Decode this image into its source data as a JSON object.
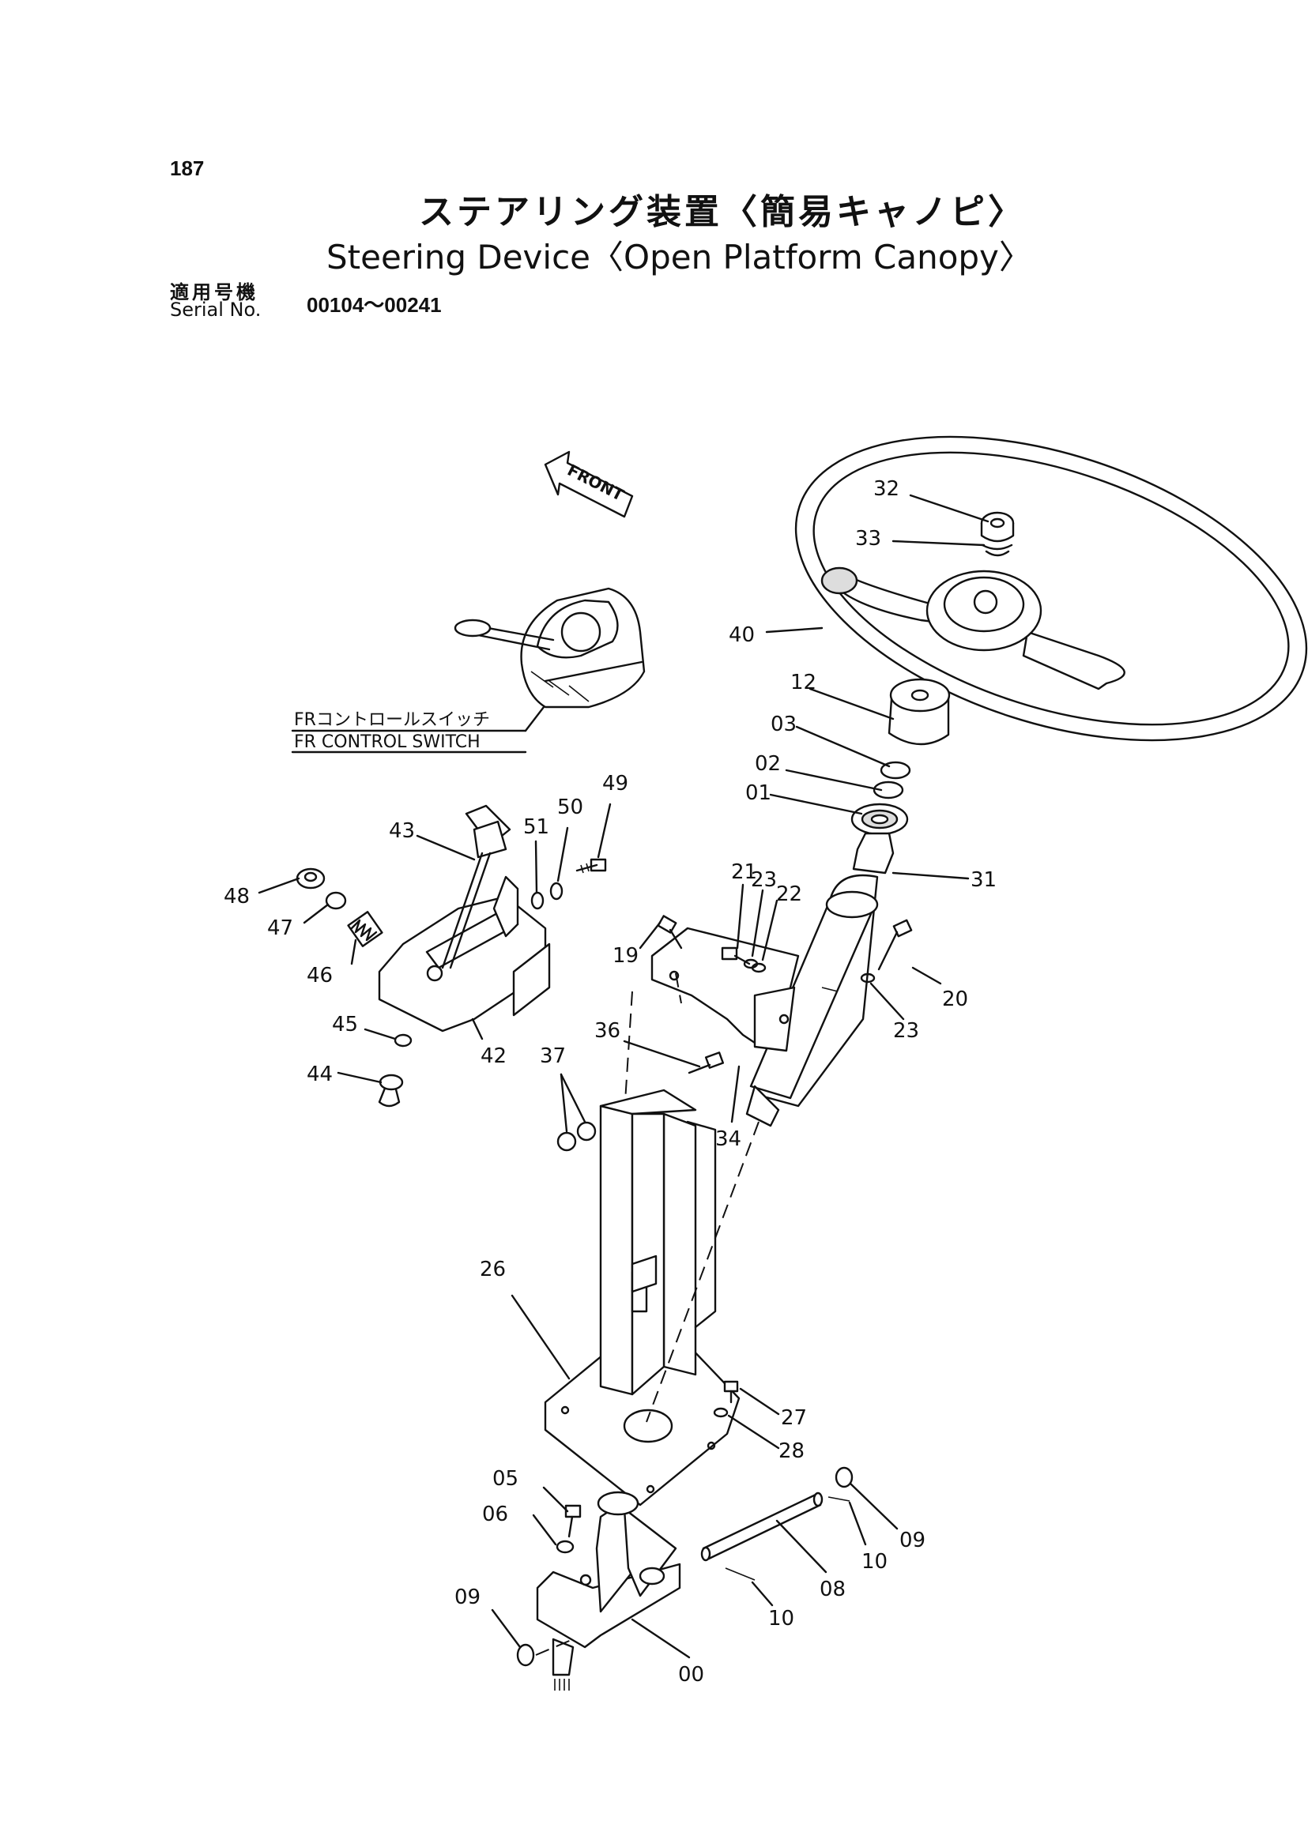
{
  "page_number": "187",
  "title_jp": "ステアリング装置〈簡易キャノピ〉",
  "title_en": "Steering Device〈Open Platform Canopy〉",
  "serial": {
    "label_jp": "適用号機",
    "label_en": "Serial No.",
    "range": "00104～00241"
  },
  "front_marker": "FRONT",
  "fr_switch": {
    "label_jp": "FRコントロールスイッチ",
    "label_en": "FR CONTROL SWITCH"
  },
  "callouts": {
    "c32": "32",
    "c33": "33",
    "c40": "40",
    "c12": "12",
    "c03": "03",
    "c02": "02",
    "c01": "01",
    "c31": "31",
    "c21": "21",
    "c23a": "23",
    "c22": "22",
    "c19": "19",
    "c20": "20",
    "c23b": "23",
    "c36": "36",
    "c34": "34",
    "c37": "37",
    "c49": "49",
    "c50": "50",
    "c51": "51",
    "c43": "43",
    "c48": "48",
    "c47": "47",
    "c46": "46",
    "c45": "45",
    "c42": "42",
    "c44": "44",
    "c26": "26",
    "c27": "27",
    "c28": "28",
    "c05": "05",
    "c06": "06",
    "c09a": "09",
    "c09b": "09",
    "c10a": "10",
    "c10b": "10",
    "c08": "08",
    "c00": "00"
  }
}
